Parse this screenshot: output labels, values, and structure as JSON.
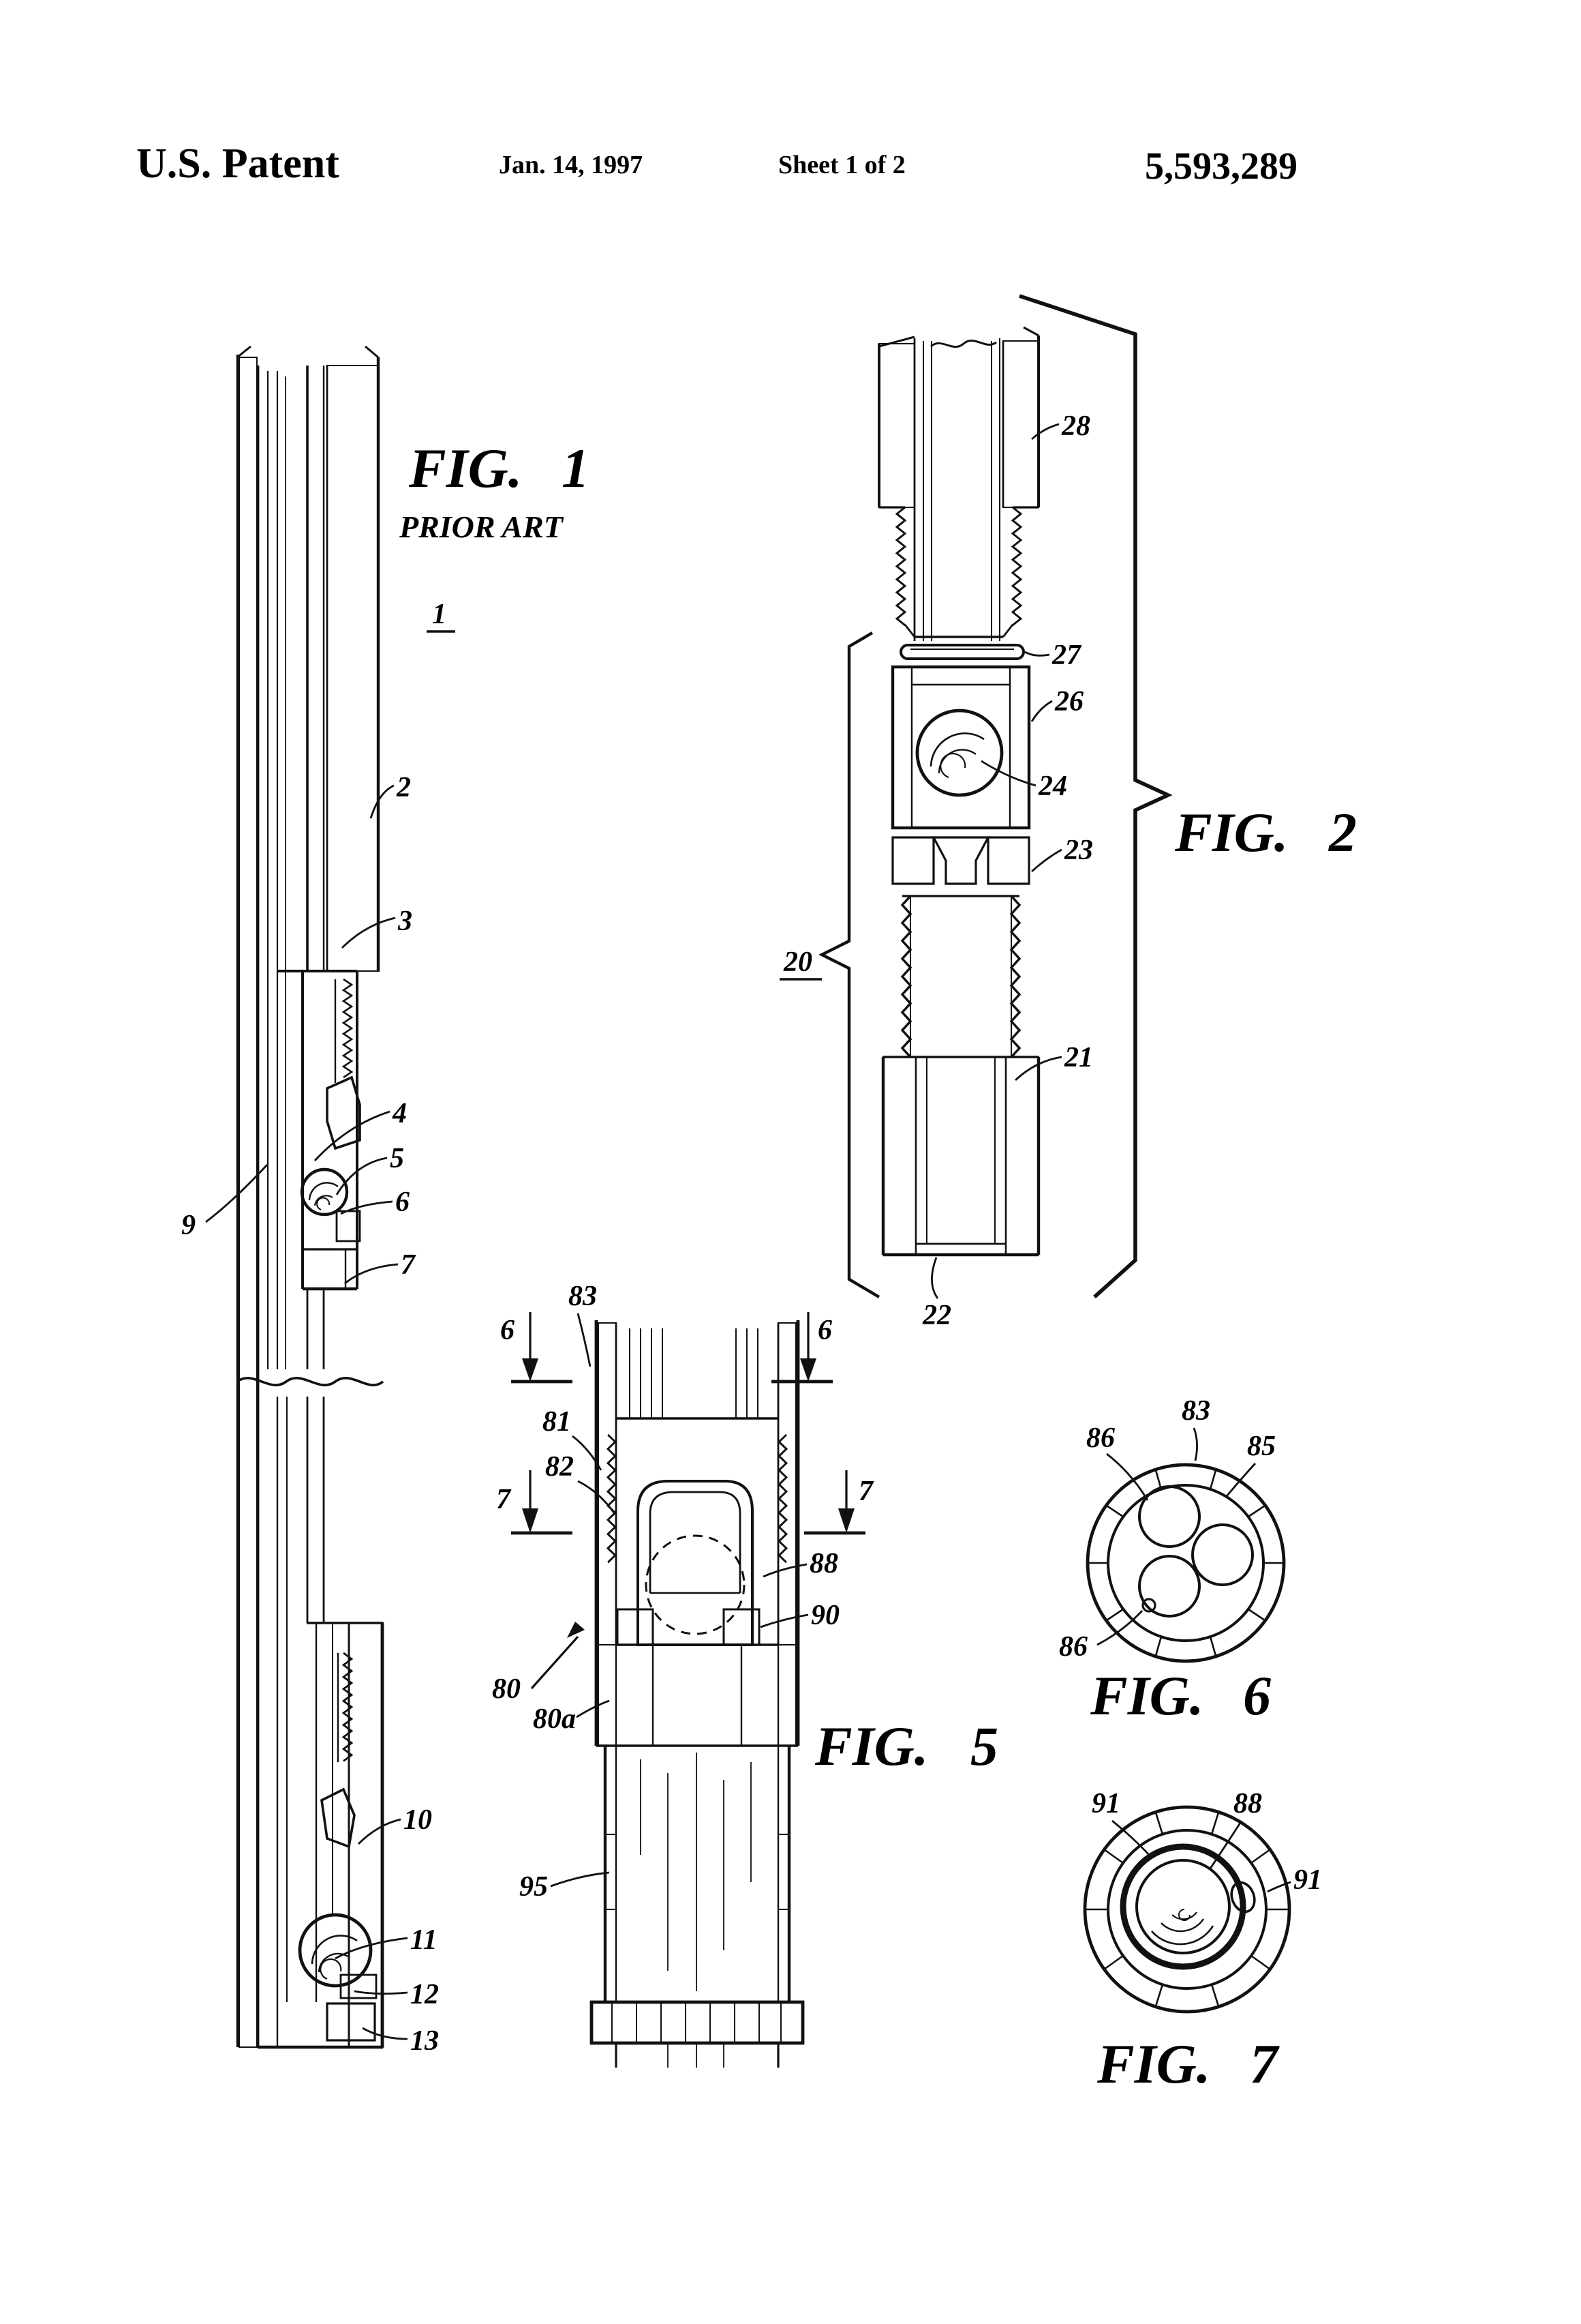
{
  "header": {
    "title": "U.S. Patent",
    "date": "Jan. 14, 1997",
    "sheet": "Sheet 1 of 2",
    "patent_number": "5,593,289"
  },
  "figures": {
    "fig1": {
      "fig_word": "FIG.",
      "fig_num": "1",
      "sublabel": "PRIOR ART",
      "assembly_number": "1",
      "refs": {
        "r2": "2",
        "r3": "3",
        "r4": "4",
        "r5": "5",
        "r6": "6",
        "r7": "7",
        "r9": "9",
        "r10": "10",
        "r11": "11",
        "r12": "12",
        "r13": "13"
      }
    },
    "fig2": {
      "fig_word": "FIG.",
      "fig_num": "2",
      "group_number": "20",
      "refs": {
        "r28": "28",
        "r27": "27",
        "r26": "26",
        "r24": "24",
        "r23": "23",
        "r21": "21",
        "r22": "22"
      }
    },
    "fig5": {
      "fig_word": "FIG.",
      "fig_num": "5",
      "section6": "6",
      "section7": "7",
      "refs": {
        "r83": "83",
        "r81": "81",
        "r82": "82",
        "r88": "88",
        "r90": "90",
        "r80": "80",
        "r80a": "80a",
        "r95": "95"
      }
    },
    "fig6": {
      "fig_word": "FIG.",
      "fig_num": "6",
      "refs": {
        "r86_upper": "86",
        "r83": "83",
        "r85": "85",
        "r86_lower": "86"
      }
    },
    "fig7": {
      "fig_word": "FIG.",
      "fig_num": "7",
      "refs": {
        "r91_left": "91",
        "r88": "88",
        "r91_right": "91"
      }
    }
  }
}
